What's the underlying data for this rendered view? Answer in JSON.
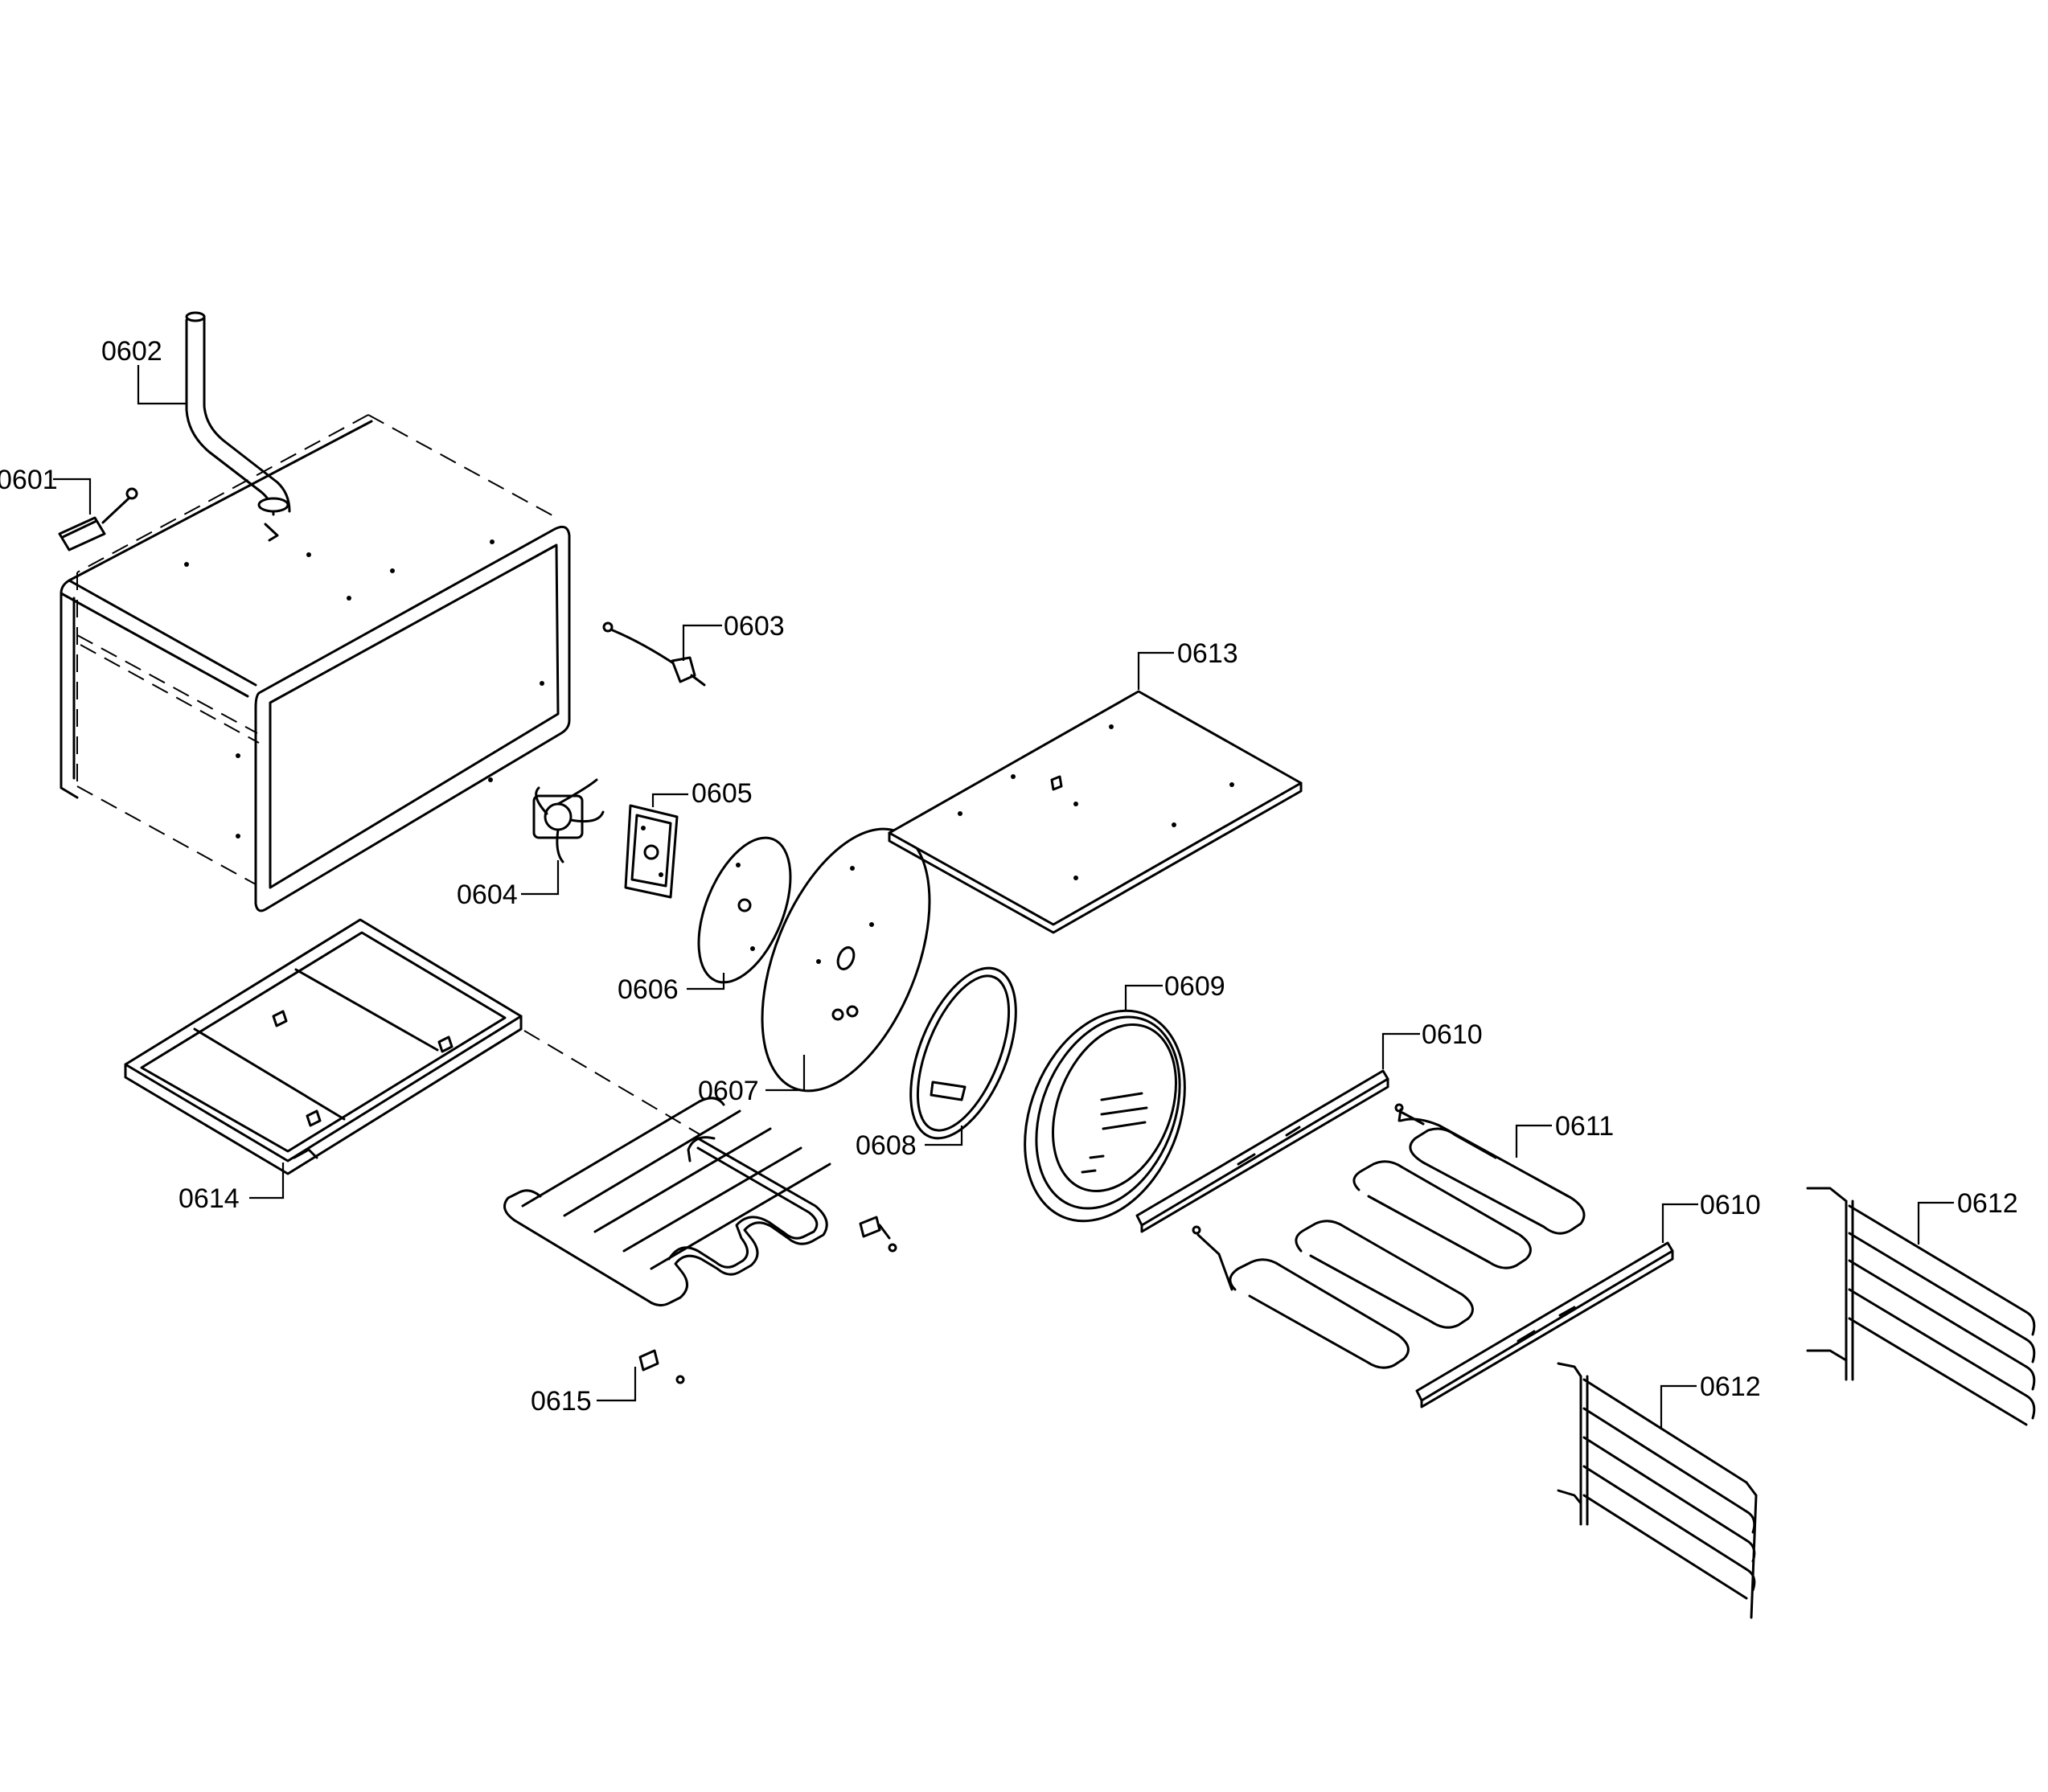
{
  "callouts": [
    {
      "id": "c0601",
      "label": "0601"
    },
    {
      "id": "c0602",
      "label": "0602"
    },
    {
      "id": "c0603",
      "label": "0603"
    },
    {
      "id": "c0604",
      "label": "0604"
    },
    {
      "id": "c0605",
      "label": "0605"
    },
    {
      "id": "c0606",
      "label": "0606"
    },
    {
      "id": "c0607",
      "label": "0607"
    },
    {
      "id": "c0608",
      "label": "0608"
    },
    {
      "id": "c0609",
      "label": "0609"
    },
    {
      "id": "c0610a",
      "label": "0610"
    },
    {
      "id": "c0610b",
      "label": "0610"
    },
    {
      "id": "c0611",
      "label": "0611"
    },
    {
      "id": "c0612a",
      "label": "0612"
    },
    {
      "id": "c0612b",
      "label": "0612"
    },
    {
      "id": "c0613",
      "label": "0613"
    },
    {
      "id": "c0614",
      "label": "0614"
    },
    {
      "id": "c0615",
      "label": "0615"
    }
  ]
}
